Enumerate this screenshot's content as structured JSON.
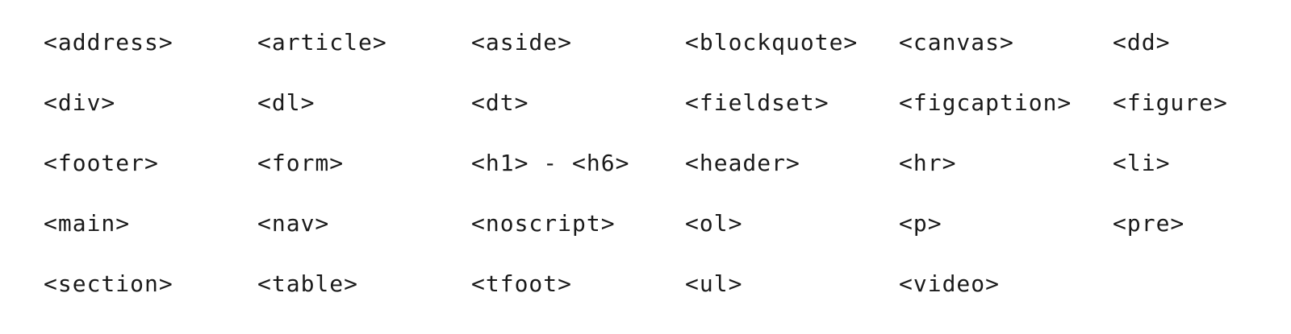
{
  "tags": [
    "<address>",
    "<article>",
    "<aside>",
    "<blockquote>",
    "<canvas>",
    "<dd>",
    "<div>",
    "<dl>",
    "<dt>",
    "<fieldset>",
    "<figcaption>",
    "<figure>",
    "<footer>",
    "<form>",
    "<h1> - <h6>",
    "<header>",
    "<hr>",
    "<li>",
    "<main>",
    "<nav>",
    "<noscript>",
    "<ol>",
    "<p>",
    "<pre>",
    "<section>",
    "<table>",
    "<tfoot>",
    "<ul>",
    "<video>"
  ]
}
